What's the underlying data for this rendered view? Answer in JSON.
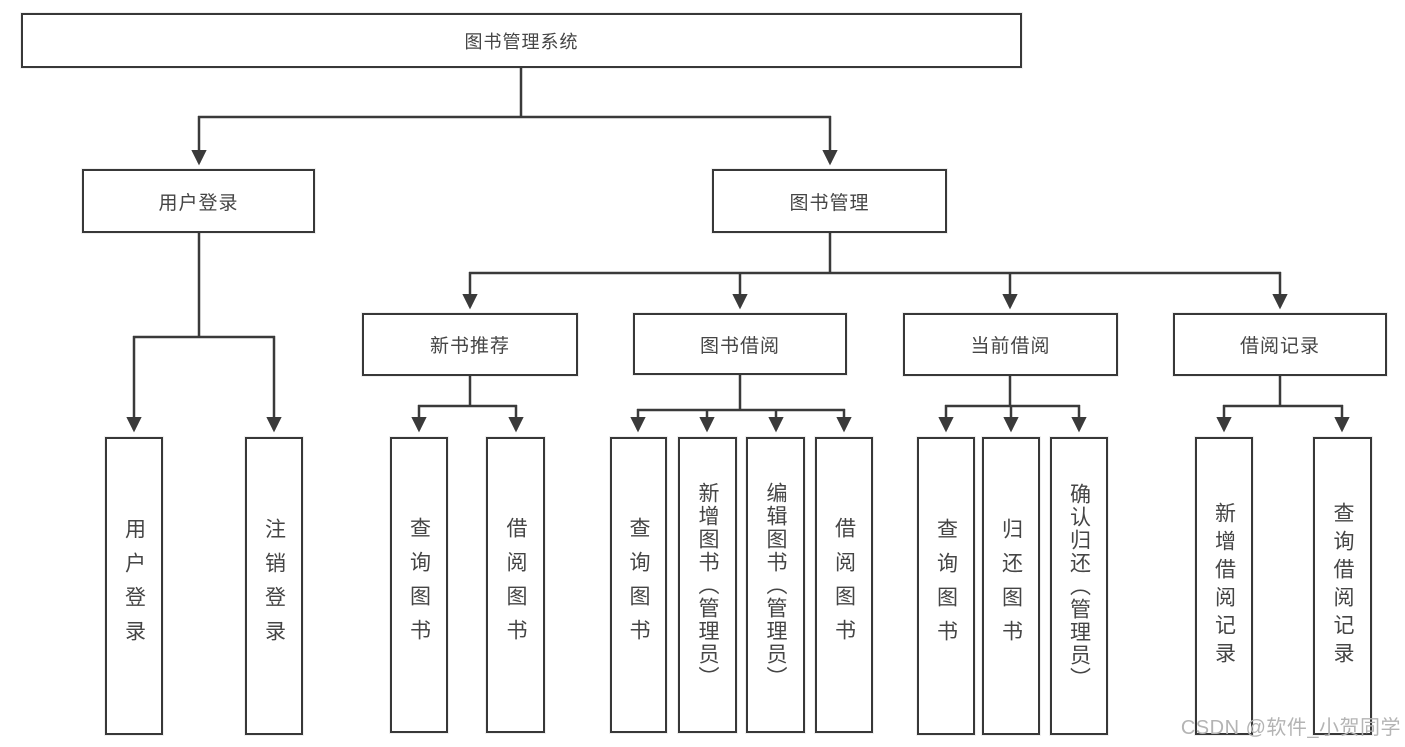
{
  "diagram_title": "图书管理系统",
  "nodes": {
    "root": "图书管理系统",
    "user_login": "用户登录",
    "book_mgmt": "图书管理",
    "leaf_user_login": "用户登录",
    "leaf_logout": "注销登录",
    "new_book_rec": "新书推荐",
    "book_borrow": "图书借阅",
    "current_borrow": "当前借阅",
    "borrow_record": "借阅记录",
    "nbr_query": "查询图书",
    "nbr_borrow": "借阅图书",
    "bb_query": "查询图书",
    "bb_add": "新增图书（管理员）",
    "bb_edit": "编辑图书（管理员）",
    "bb_borrow": "借阅图书",
    "cb_query": "查询图书",
    "cb_return": "归还图书",
    "cb_confirm": "确认归还（管理员）",
    "br_add": "新增借阅记录",
    "br_query": "查询借阅记录"
  },
  "hierarchy": {
    "label": "图书管理系统",
    "children": [
      {
        "label": "用户登录",
        "children": [
          {
            "label": "用户登录"
          },
          {
            "label": "注销登录"
          }
        ]
      },
      {
        "label": "图书管理",
        "children": [
          {
            "label": "新书推荐",
            "children": [
              {
                "label": "查询图书"
              },
              {
                "label": "借阅图书"
              }
            ]
          },
          {
            "label": "图书借阅",
            "children": [
              {
                "label": "查询图书"
              },
              {
                "label": "新增图书（管理员）"
              },
              {
                "label": "编辑图书（管理员）"
              },
              {
                "label": "借阅图书"
              }
            ]
          },
          {
            "label": "当前借阅",
            "children": [
              {
                "label": "查询图书"
              },
              {
                "label": "归还图书"
              },
              {
                "label": "确认归还（管理员）"
              }
            ]
          },
          {
            "label": "借阅记录",
            "children": [
              {
                "label": "新增借阅记录"
              },
              {
                "label": "查询借阅记录"
              }
            ]
          }
        ]
      }
    ]
  },
  "watermark": "CSDN @软件_小贺同学",
  "colors": {
    "line": "#3a3a3a",
    "border": "#383838",
    "text": "#454545",
    "watermark": "#b4b4b4",
    "background": "#ffffff"
  }
}
